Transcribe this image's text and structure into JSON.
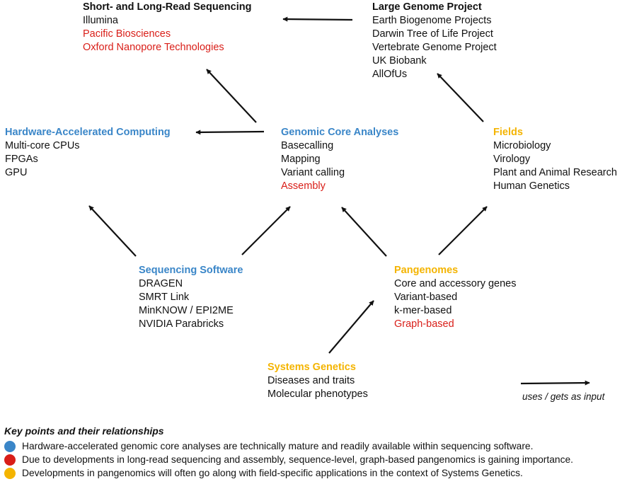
{
  "nodes": {
    "short_long_read": {
      "title": "Short- and Long-Read Sequencing",
      "items": [
        {
          "text": "Illumina",
          "color": "#111111"
        },
        {
          "text": "Pacific Biosciences",
          "color": "#d91e18"
        },
        {
          "text": "Oxford Nanopore Technologies",
          "color": "#d91e18"
        }
      ]
    },
    "large_genome": {
      "title": "Large Genome Project",
      "items": [
        {
          "text": "Earth Biogenome Projects",
          "color": "#111111"
        },
        {
          "text": "Darwin Tree of Life Project",
          "color": "#111111"
        },
        {
          "text": "Vertebrate Genome Project",
          "color": "#111111"
        },
        {
          "text": "UK Biobank",
          "color": "#111111"
        },
        {
          "text": "AllOfUs",
          "color": "#111111"
        }
      ]
    },
    "hardware": {
      "title": "Hardware-Accelerated Computing",
      "items": [
        {
          "text": "Multi-core CPUs",
          "color": "#111111"
        },
        {
          "text": "FPGAs",
          "color": "#111111"
        },
        {
          "text": "GPU",
          "color": "#111111"
        }
      ]
    },
    "genomic_core": {
      "title": "Genomic Core Analyses",
      "items": [
        {
          "text": "Basecalling",
          "color": "#111111"
        },
        {
          "text": "Mapping",
          "color": "#111111"
        },
        {
          "text": "Variant calling",
          "color": "#111111"
        },
        {
          "text": "Assembly",
          "color": "#d91e18"
        }
      ]
    },
    "fields": {
      "title": "Fields",
      "items": [
        {
          "text": "Microbiology",
          "color": "#111111"
        },
        {
          "text": "Virology",
          "color": "#111111"
        },
        {
          "text": "Plant and Animal Research",
          "color": "#111111"
        },
        {
          "text": "Human Genetics",
          "color": "#111111"
        }
      ]
    },
    "seq_software": {
      "title": "Sequencing Software",
      "items": [
        {
          "text": "DRAGEN",
          "color": "#111111"
        },
        {
          "text": "SMRT Link",
          "color": "#111111"
        },
        {
          "text": "MinKNOW / EPI2ME",
          "color": "#111111"
        },
        {
          "text": "NVIDIA Parabricks",
          "color": "#111111"
        }
      ]
    },
    "pangenomes": {
      "title": "Pangenomes",
      "items": [
        {
          "text": "Core and accessory genes",
          "color": "#111111"
        },
        {
          "text": "Variant-based",
          "color": "#111111"
        },
        {
          "text": "k-mer-based",
          "color": "#111111"
        },
        {
          "text": "Graph-based",
          "color": "#d91e18"
        }
      ]
    },
    "systems_genetics": {
      "title": "Systems Genetics",
      "items": [
        {
          "text": "Diseases and traits",
          "color": "#111111"
        },
        {
          "text": "Molecular phenotypes",
          "color": "#111111"
        }
      ]
    }
  },
  "legend": {
    "arrow_label": "uses / gets as input"
  },
  "key_points": {
    "title": "Key points and their relationships",
    "items": [
      {
        "color": "#3a86c8",
        "text": "Hardware-accelerated genomic core analyses are technically mature and readily available within sequencing software."
      },
      {
        "color": "#d91e18",
        "text": "Due to developments in long-read sequencing and assembly, sequence-level, graph-based pangenomics is gaining importance."
      },
      {
        "color": "#f4b400",
        "text": "Developments in pangenomics will often go along with field-specific applications in the context of Systems Genetics."
      }
    ]
  },
  "colors": {
    "blue_title": "#3a86c8",
    "yellow_title": "#f4b400",
    "red_text": "#d91e18",
    "arrow": "#111111"
  }
}
